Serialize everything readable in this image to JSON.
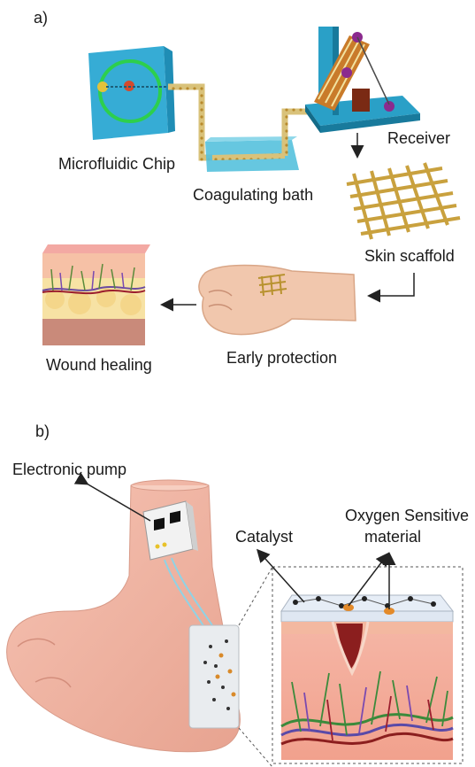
{
  "panel_a": {
    "label": "a)",
    "labels": {
      "microfluidic_chip": "Microfluidic Chip",
      "coagulating_bath": "Coagulating bath",
      "receiver": "Receiver",
      "skin_scaffold": "Skin scaffold",
      "early_protection": "Early protection",
      "wound_healing": "Wound healing"
    }
  },
  "panel_b": {
    "label": "b)",
    "labels": {
      "electronic_pump": "Electronic pump",
      "catalyst": "Catalyst",
      "oxygen_sensitive_line1": "Oxygen Sensitive",
      "oxygen_sensitive_line2": "material"
    }
  },
  "colors": {
    "chip_blue": "#3cb3d9",
    "fiber_tan": "#c9a64f",
    "skin_pink": "#f2b8a8",
    "fat_yellow": "#f7e3a6",
    "blood_red": "#8b1e1e"
  }
}
